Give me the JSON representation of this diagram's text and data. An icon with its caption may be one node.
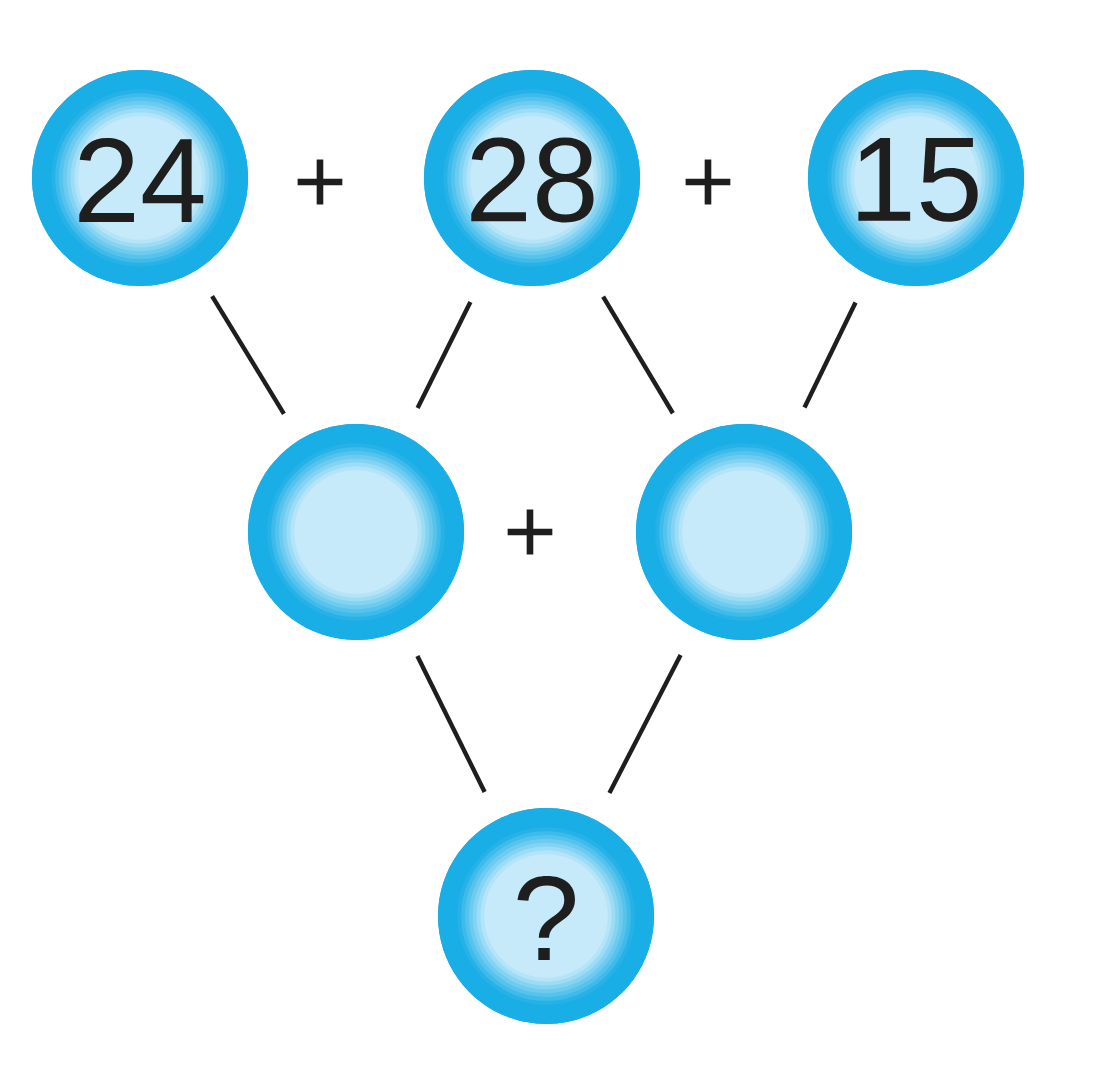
{
  "diagram": {
    "nodes": [
      {
        "text": [
          "24"
        ]
      },
      {
        "text": [
          "28"
        ]
      },
      {
        "text": [
          "15"
        ]
      },
      {
        "text": [],
        "shape": "circle"
      },
      {
        "text": [],
        "shape": "circle"
      },
      {
        "text": [
          "?"
        ]
      }
    ],
    "edges": [
      {
        "from": 0,
        "to": 3,
        "arrow": "none"
      },
      {
        "from": 1,
        "to": 3,
        "arrow": "none"
      },
      {
        "from": 1,
        "to": 4,
        "arrow": "none"
      },
      {
        "from": 2,
        "to": 4,
        "arrow": "none"
      },
      {
        "from": 3,
        "to": 5,
        "arrow": "none"
      },
      {
        "from": 4,
        "to": 5,
        "arrow": "none"
      }
    ],
    "labels": [
      "+",
      "+",
      "+"
    ]
  }
}
